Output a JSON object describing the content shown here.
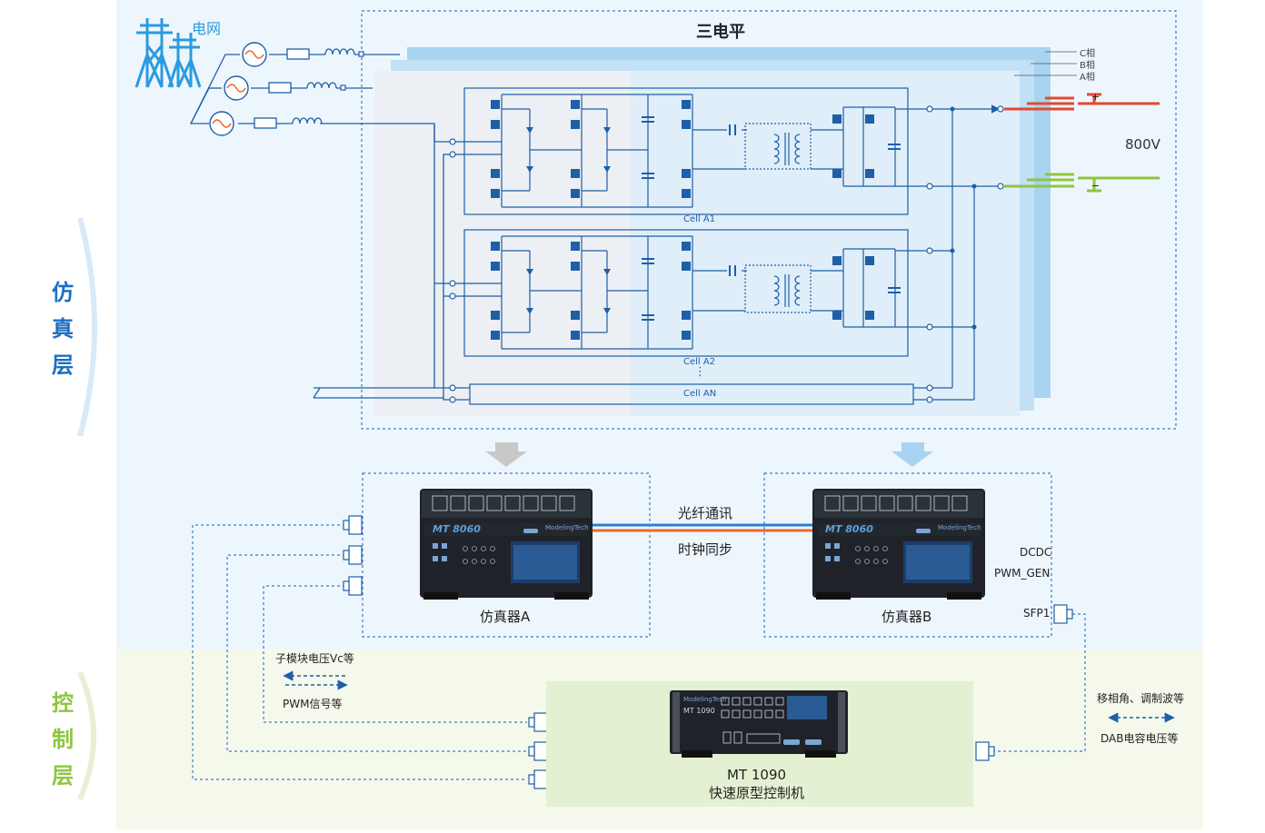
{
  "side_labels": {
    "simulation_layer": [
      "仿",
      "真",
      "层"
    ],
    "control_layer": [
      "控",
      "制",
      "层"
    ]
  },
  "top": {
    "grid_label": "电网",
    "three_level_title": "三电平",
    "phase_labels": [
      "C相",
      "B相",
      "A相"
    ],
    "dc_voltage": "800V",
    "plus_sign": "+",
    "minus_sign": "−",
    "cells": [
      "Cell A1",
      "Cell A2",
      "Cell AN"
    ],
    "ellipsis": "⋮"
  },
  "simulators": {
    "a": {
      "model": "MT 8060",
      "brand": "ModelingTech",
      "caption": "仿真器A"
    },
    "b": {
      "model": "MT 8060",
      "brand": "ModelingTech",
      "caption": "仿真器B"
    },
    "link_fiber": "光纤通讯",
    "link_clock": "时钟同步",
    "b_ports": [
      "DCDC",
      "PWM_GEN",
      "SFP1"
    ]
  },
  "signals_left": {
    "up": "子模块电压Vc等",
    "down": "PWM信号等"
  },
  "signals_right": {
    "up": "移相角、调制波等",
    "down": "DAB电容电压等"
  },
  "controller": {
    "model_face": "MT 1090",
    "brand": "ModelingTech",
    "model": "MT 1090",
    "caption": "快速原型控制机"
  },
  "colors": {
    "sim_bg": "#eef6fd",
    "ctrl_bg": "#f5f9ec",
    "line_blue": "#1e5fa8",
    "sim_label": "#1e6fc0",
    "ctrl_label": "#8dc63f",
    "pos_rail": "#e04b30",
    "neg_rail": "#8dc63f",
    "fiber_orange": "#e8692e",
    "fiber_blue": "#2c7fd3",
    "grid_icon": "#2a9be0",
    "arrow_gray": "#c8c8c8",
    "arrow_blue": "#a9d3f2"
  }
}
